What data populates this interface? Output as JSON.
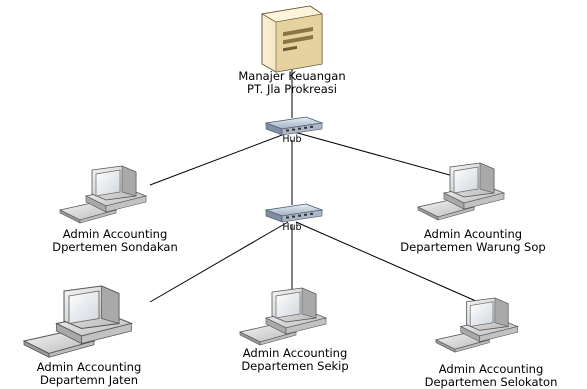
{
  "server": {
    "icon": "server-icon",
    "line1": "Manajer Keuangan",
    "line2": "PT. Jla Prokreasi"
  },
  "hubs": [
    {
      "label": "Hub",
      "icon": "hub-icon"
    },
    {
      "label": "Hub",
      "icon": "hub-icon"
    }
  ],
  "computers": [
    {
      "icon": "computer-icon",
      "line1": "Admin Accounting",
      "line2": "Dpertemen Sondakan"
    },
    {
      "icon": "computer-icon",
      "line1": "Admin Acounting",
      "line2": "Departemen Warung Sop"
    },
    {
      "icon": "computer-icon",
      "line1": "Admin Accounting",
      "line2": "Departemn Jaten"
    },
    {
      "icon": "computer-icon",
      "line1": "Admin Accounting",
      "line2": "Departemen Sekip"
    },
    {
      "icon": "computer-icon",
      "line1": "Admin Accounting",
      "line2": "Departemen Selokaton"
    }
  ],
  "colors": {
    "line": "#000000",
    "server_body": "#f2e3bd",
    "computer_body": "#d8d8d8",
    "hub_body": "#c9d3e0"
  }
}
